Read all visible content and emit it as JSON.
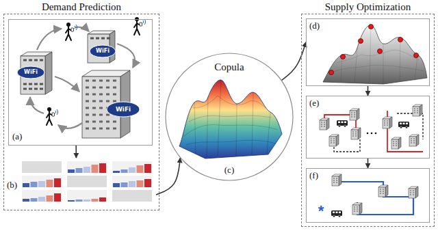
{
  "diagram": {
    "nodes": [
      {
        "text": [
          "Demand Prediction"
        ]
      },
      {
        "text": [
          "(a)"
        ],
        "in": 0
      },
      {
        "text": [
          "(b)"
        ],
        "in": 0
      },
      {
        "text": [
          "Copula",
          "(c)"
        ]
      },
      {
        "text": [
          "Supply Optimization"
        ]
      },
      {
        "text": [
          "(d)"
        ],
        "in": 4
      },
      {
        "text": [
          "(e)"
        ],
        "in": 4
      },
      {
        "text": [
          "(f)"
        ],
        "in": 4
      }
    ],
    "edges": [
      {
        "from": 1,
        "to": 2,
        "arrow": "to"
      },
      {
        "from": 2,
        "to": 3,
        "arrow": "to"
      },
      {
        "from": 3,
        "to": 5,
        "arrow": "to"
      },
      {
        "from": 5,
        "to": 6,
        "arrow": "to"
      },
      {
        "from": 6,
        "to": 7,
        "arrow": "to"
      }
    ],
    "labels": [
      "WiFi",
      "WiFi",
      "WiFi",
      "*"
    ]
  }
}
